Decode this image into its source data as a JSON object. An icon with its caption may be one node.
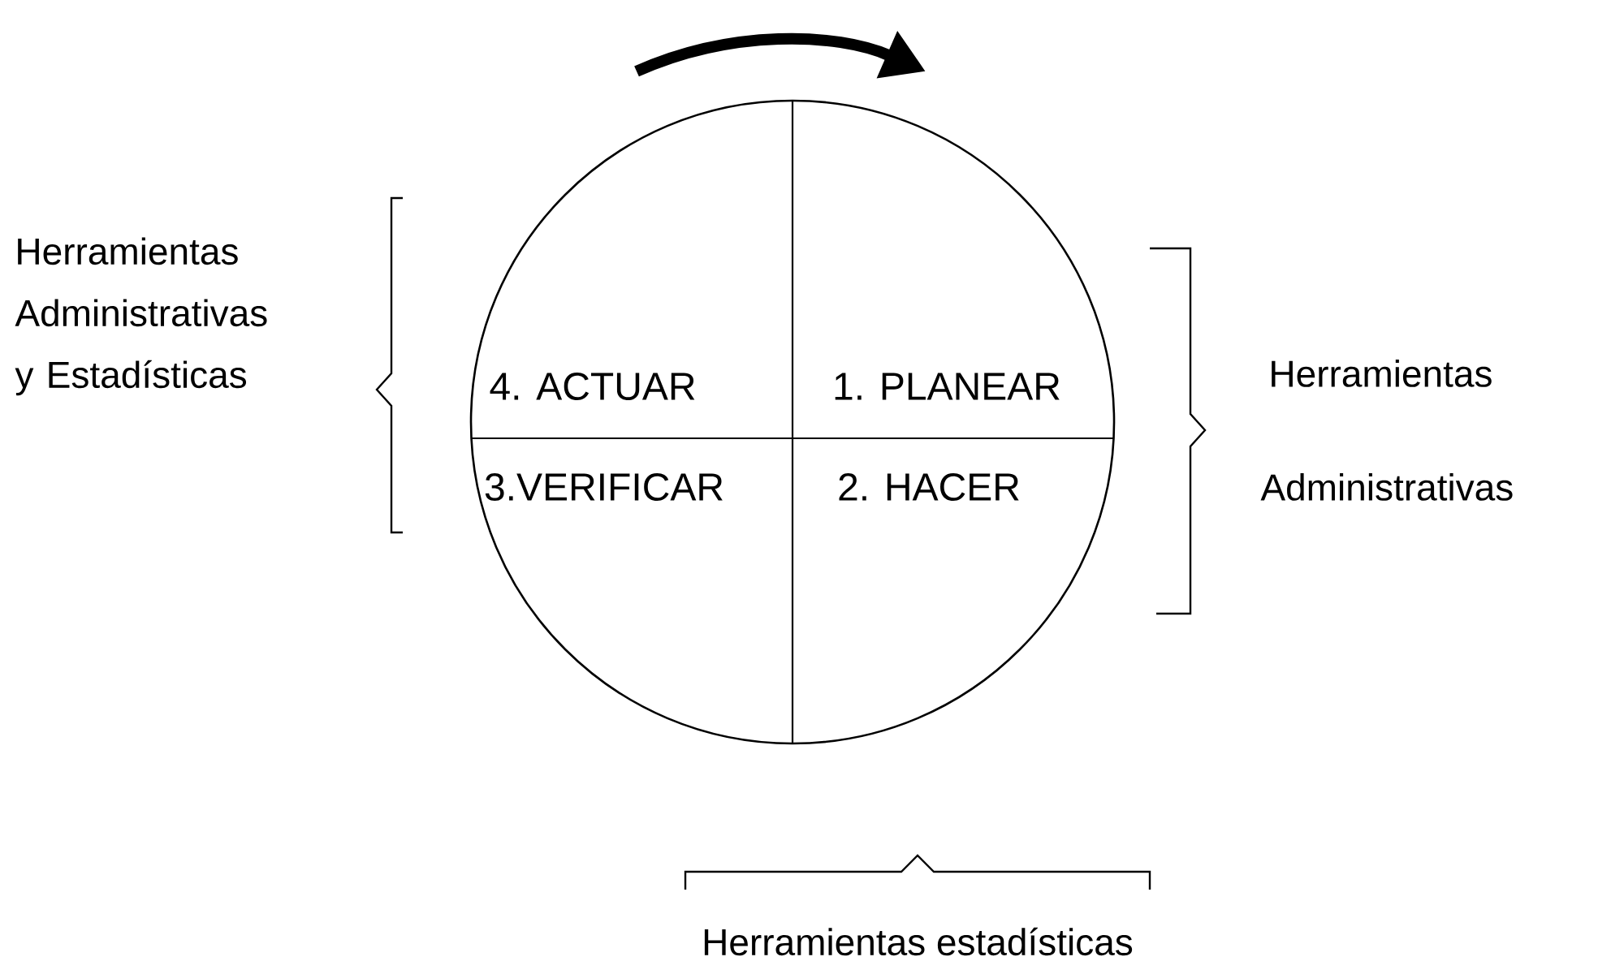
{
  "diagram": {
    "nodes": [
      {
        "text": [],
        "shape": "circle"
      },
      {
        "text": [
          "4. ACTUAR"
        ],
        "in": 0
      },
      {
        "text": [
          "1. PLANEAR"
        ],
        "in": 0
      },
      {
        "text": [
          "3.VERIFICAR"
        ],
        "in": 0
      },
      {
        "text": [
          "2. HACER"
        ],
        "in": 0
      }
    ],
    "labels": [
      "Herramientas Administrativas y Estadísticas",
      "Herramientas",
      "Administrativas",
      "Herramientas estadísticas"
    ]
  }
}
